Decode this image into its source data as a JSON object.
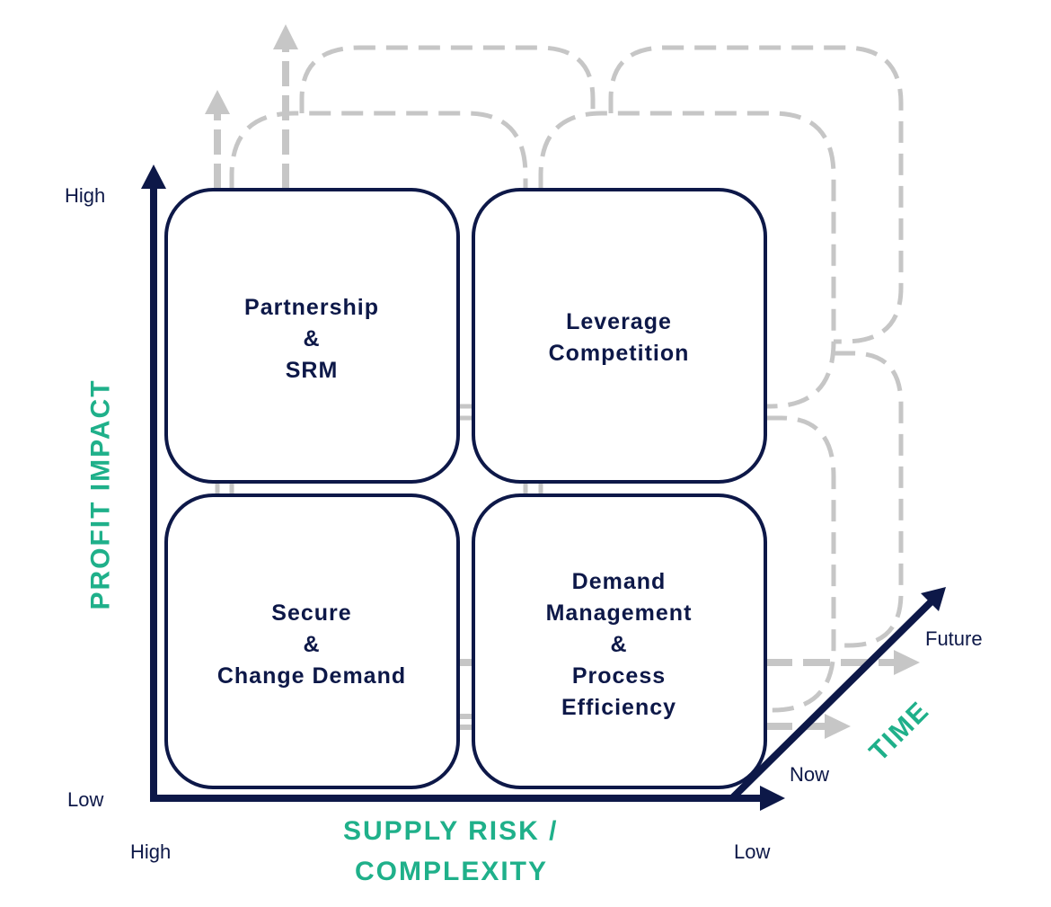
{
  "colors": {
    "navy": "#0d1848",
    "teal": "#1fb08a",
    "gray_dashed": "#c6c6c6"
  },
  "quadrants": {
    "top_left": [
      "Partnership",
      "&",
      "SRM"
    ],
    "top_right": [
      "Leverage",
      "Competition"
    ],
    "bottom_left": [
      "Secure",
      "&",
      "Change Demand"
    ],
    "bottom_right": [
      "Demand",
      "Management",
      "&",
      "Process",
      "Efficiency"
    ]
  },
  "axes": {
    "y_title": "PROFIT IMPACT",
    "y_high": "High",
    "y_low": "Low",
    "x_title_line1": "SUPPLY RISK /",
    "x_title_line2": "COMPLEXITY",
    "x_high": "High",
    "x_low": "Low",
    "time_title": "TIME",
    "time_now": "Now",
    "time_future": "Future"
  }
}
